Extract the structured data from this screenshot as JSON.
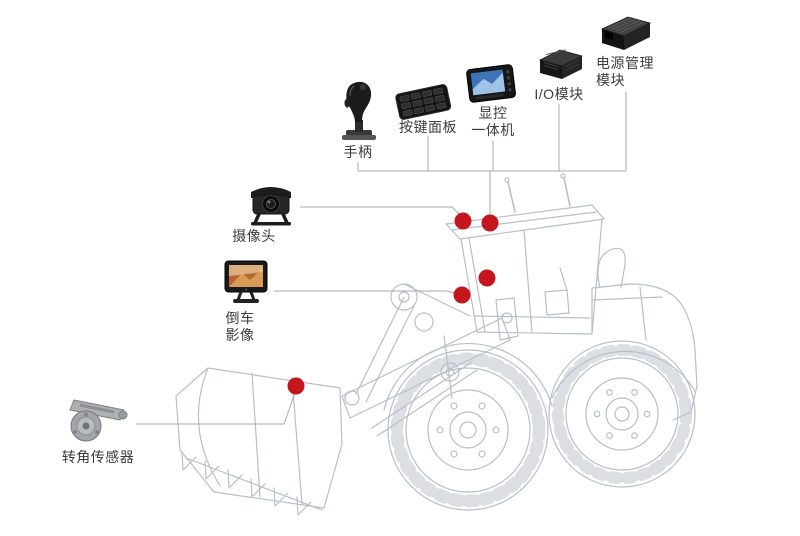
{
  "colors": {
    "dot": "#c4161c",
    "line": "#a8a8a8",
    "sketch": "#b7bfc9"
  },
  "components": {
    "joystick": {
      "label": "手柄"
    },
    "keypad": {
      "label": "按键面板"
    },
    "display_unit": {
      "label": "显控\n一体机"
    },
    "io_module": {
      "label": "I/O模块"
    },
    "power_module": {
      "label": "电源管理\n模块"
    },
    "camera": {
      "label": "摄像头"
    },
    "rear_view": {
      "label": "倒车\n影像"
    },
    "angle_sensor": {
      "label": "转角传感器"
    }
  }
}
